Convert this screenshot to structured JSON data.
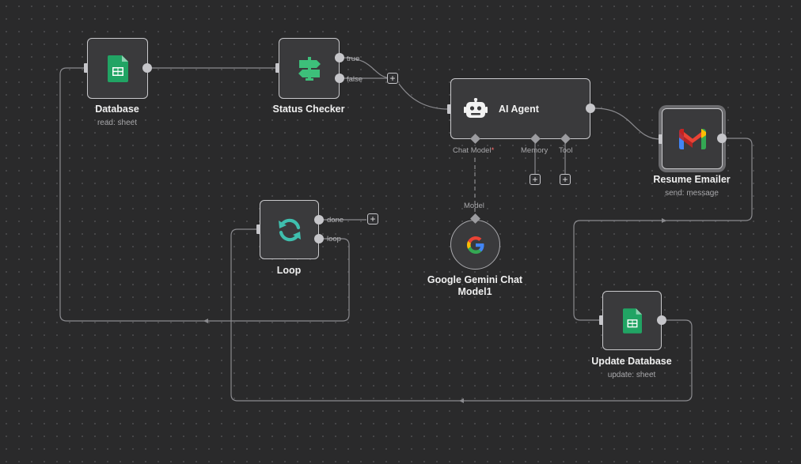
{
  "nodes": {
    "database": {
      "title": "Database",
      "subtitle": "read: sheet"
    },
    "status_checker": {
      "title": "Status Checker",
      "outputs": {
        "true": "true",
        "false": "false"
      }
    },
    "ai_agent": {
      "title": "AI Agent",
      "inputs": {
        "chat_model": "Chat Model",
        "chat_model_required": "*",
        "memory": "Memory",
        "tool": "Tool"
      }
    },
    "resume_emailer": {
      "title": "Resume Emailer",
      "subtitle": "send: message"
    },
    "loop": {
      "title": "Loop",
      "outputs": {
        "done": "done",
        "loop": "loop"
      }
    },
    "gemini": {
      "title_line1": "Google Gemini Chat",
      "title_line2": "Model1",
      "output": "Model"
    },
    "update_database": {
      "title": "Update Database",
      "subtitle": "update: sheet"
    }
  },
  "add_button_label": "+",
  "colors": {
    "canvas_bg": "#2a2a2b",
    "node_bg": "#3a3a3c",
    "node_border": "#c9c9cc",
    "sheets_green": "#21a464",
    "switch_green": "#3dbf7a",
    "loop_teal": "#3fbfae",
    "required_red": "#ff6b6b"
  },
  "icons": {
    "database": "google-sheets-icon",
    "status_checker": "signpost-icon",
    "ai_agent": "robot-icon",
    "resume_emailer": "gmail-icon",
    "loop": "refresh-icon",
    "gemini": "google-g-icon",
    "update_database": "google-sheets-icon"
  }
}
